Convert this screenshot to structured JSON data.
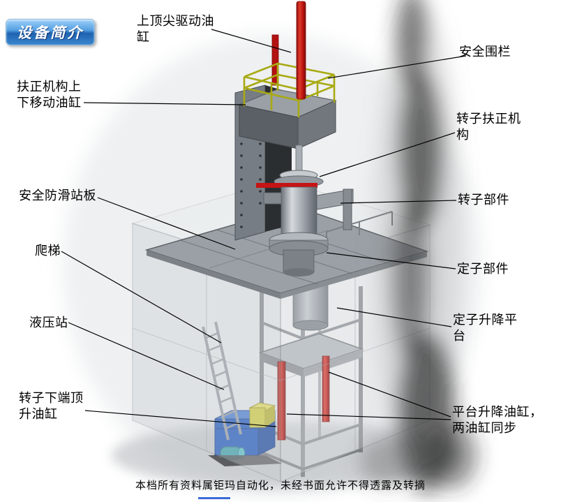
{
  "page": {
    "badge": "设备简介",
    "footer": "本档所有资料属钜玛自动化，未经书面允许不得透露及转摘"
  },
  "labels": {
    "top_cylinder": "上顶尖驱动油缸",
    "safety_fence": "安全围栏",
    "centering_cylinder": "扶正机构上下移动油缸",
    "rotor_centering": "转子扶正机构",
    "antislip_plate": "安全防滑站板",
    "rotor_part": "转子部件",
    "ladder": "爬梯",
    "stator_part": "定子部件",
    "hydraulic_station": "液压站",
    "stator_platform": "定子升降平台",
    "rotor_jack_cylinder": "转子下端顶升油缸",
    "platform_cylinders": "平台升降油缸，两油缸同步"
  },
  "colors": {
    "badge_blue": "#2f7cc9",
    "cylinder_red": "#c41414",
    "railing_yellow": "#a8aa12",
    "hydraulic_blue": "#1d57c2",
    "machine_gray": "#8a9096"
  }
}
